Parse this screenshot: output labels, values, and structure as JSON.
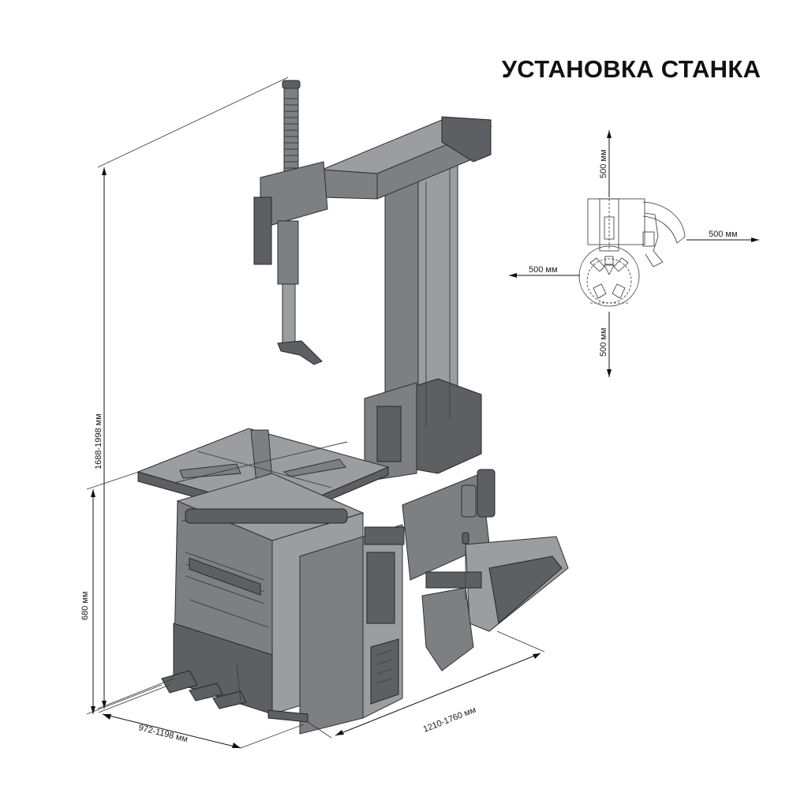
{
  "header": {
    "title": "УСТАНОВКА СТАНКА"
  },
  "dimensions": {
    "total_height": "1688-1998 мм",
    "table_height": "680 мм",
    "depth": "972-1198 мм",
    "width": "1210-1760 мм"
  },
  "clearance_plan": {
    "top": "500 мм",
    "right": "500 мм",
    "left": "500 мм",
    "bottom": "500 мм"
  },
  "colors": {
    "machine": "#7d7f82",
    "outline": "#2e2f31",
    "text": "#111111"
  }
}
